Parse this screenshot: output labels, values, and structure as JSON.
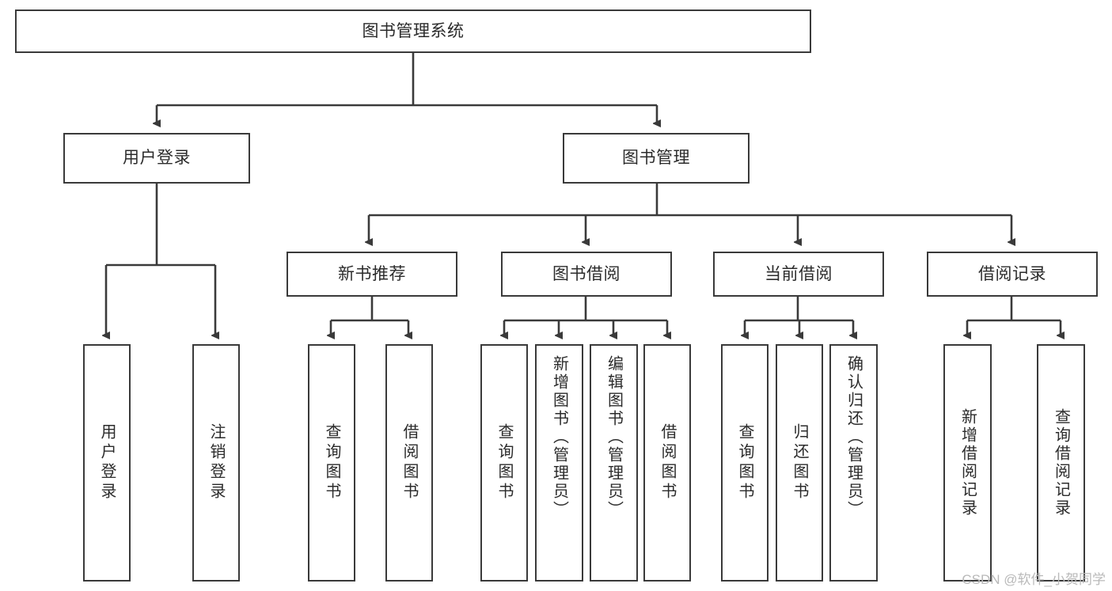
{
  "diagram": {
    "title": "图书管理系统",
    "watermark": "CSDN @软件_小贺同学",
    "line_color": "#3a3a3a",
    "text_color": "#2b2b2b",
    "background": "#ffffff",
    "nodes": {
      "root": "图书管理系统",
      "level2": [
        "用户登录",
        "图书管理"
      ],
      "level3": [
        "新书推荐",
        "图书借阅",
        "当前借阅",
        "借阅记录"
      ],
      "leaves_user_login": [
        "用户登录",
        "注销登录"
      ],
      "leaves_new_book": [
        "查询图书",
        "借阅图书"
      ],
      "leaves_borrow": [
        "查询图书",
        "新增图书（管理员）",
        "编辑图书（管理员）",
        "借阅图书"
      ],
      "leaves_current": [
        "查询图书",
        "归还图书",
        "确认归还（管理员）"
      ],
      "leaves_records": [
        "新增借阅记录",
        "查询借阅记录"
      ]
    }
  }
}
